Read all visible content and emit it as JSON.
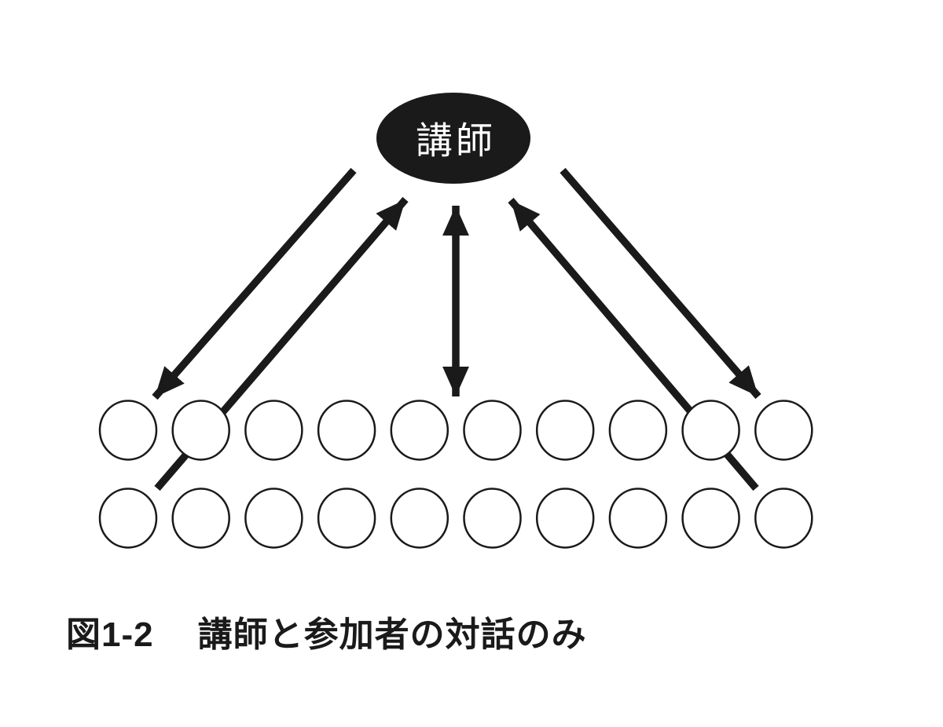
{
  "figure": {
    "instructor": {
      "label": "講師"
    },
    "participants": {
      "rows": 2,
      "per_row": 10,
      "total": 20
    },
    "arrows": [
      {
        "id": "left-outer",
        "from": "instructor",
        "to": "participants-left",
        "double_headed": false
      },
      {
        "id": "left-inner",
        "from": "participants-left",
        "to": "instructor",
        "double_headed": false
      },
      {
        "id": "center",
        "from": "instructor",
        "to": "participants-center",
        "double_headed": true
      },
      {
        "id": "right-inner",
        "from": "participants-right",
        "to": "instructor",
        "double_headed": false
      },
      {
        "id": "right-outer",
        "from": "instructor",
        "to": "participants-right",
        "double_headed": false
      }
    ],
    "colors": {
      "ink": "#1a1a1a",
      "instructor_fill": "#1a1a1a",
      "instructor_text": "#ffffff",
      "participant_fill": "#ffffff",
      "background": "#ffffff"
    }
  },
  "caption": {
    "figure_number": "図1-2",
    "title": "講師と参加者の対話のみ"
  }
}
